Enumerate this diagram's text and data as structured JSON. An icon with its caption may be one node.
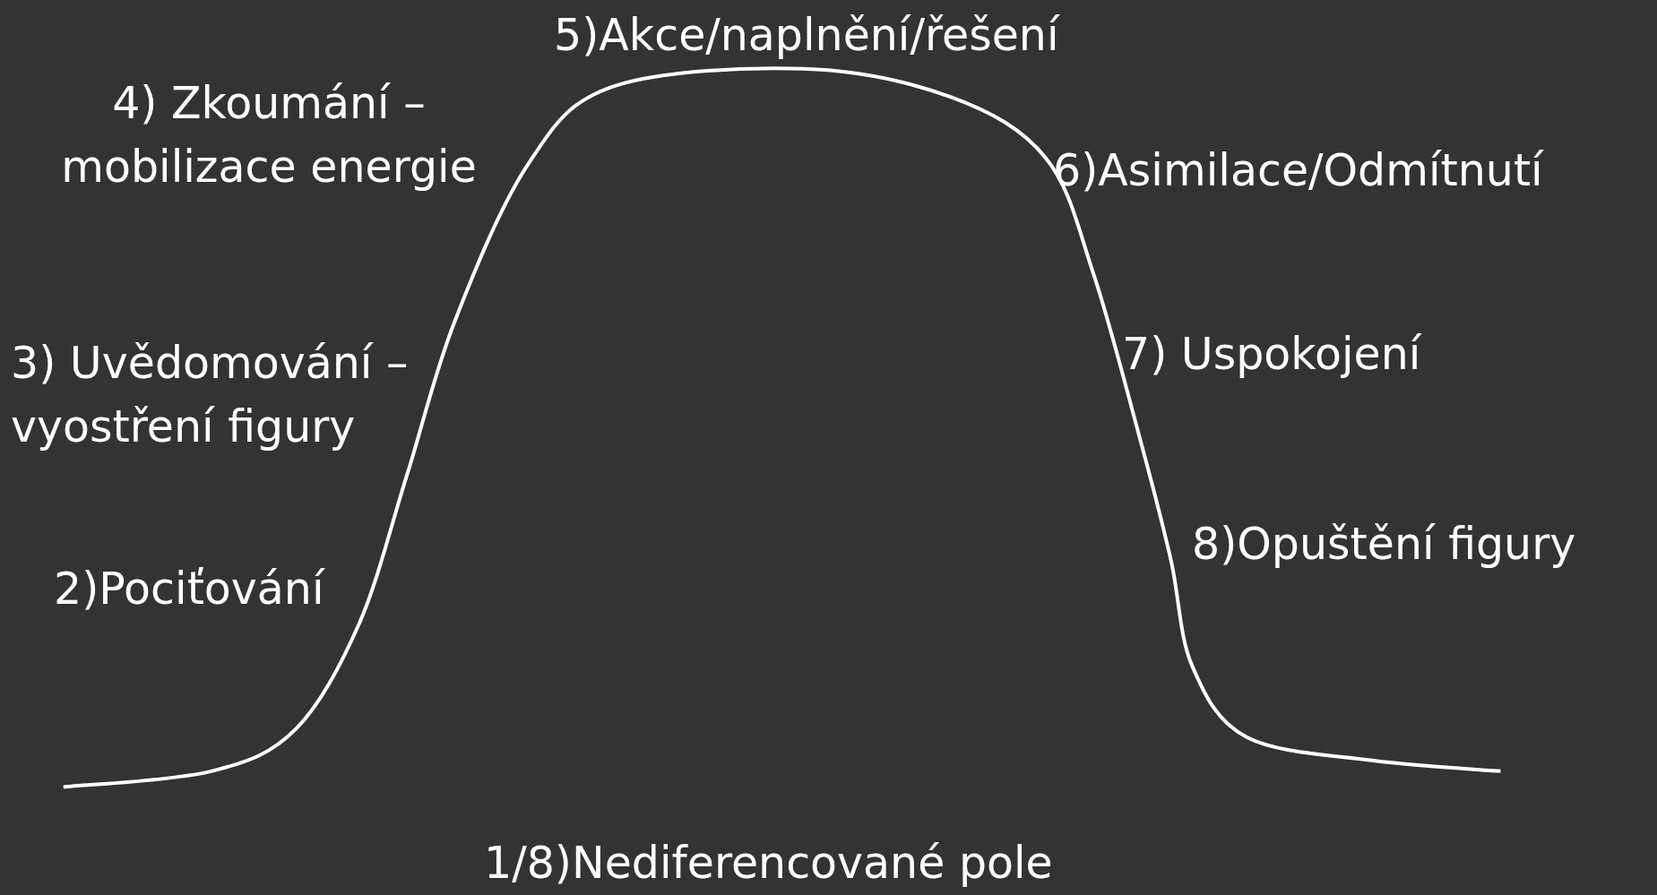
{
  "diagram": {
    "labels": [
      "5)Akce/naplnění/řešení",
      "4) Zkoumání – mobilizace energie",
      "6)Asimilace/Odmítnutí",
      "3) Uvědomování – vyostření figury",
      "7) Uspokojení",
      "8)Opuštění figury",
      "2)Pociťování",
      "1/8)Nediferencované pole"
    ]
  }
}
